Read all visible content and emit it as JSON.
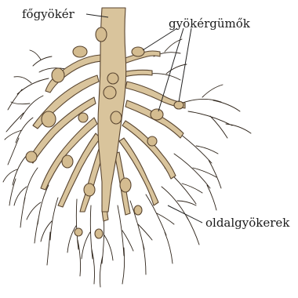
{
  "labels": {
    "main_root": "főgyökér",
    "nodules": "gyökérgümők",
    "lateral_roots": "oldalgyökerek"
  },
  "colors": {
    "root_fill": "#d9c49c",
    "root_stroke": "#5a4631",
    "fine_root": "#2e241a",
    "leader": "#222222"
  }
}
